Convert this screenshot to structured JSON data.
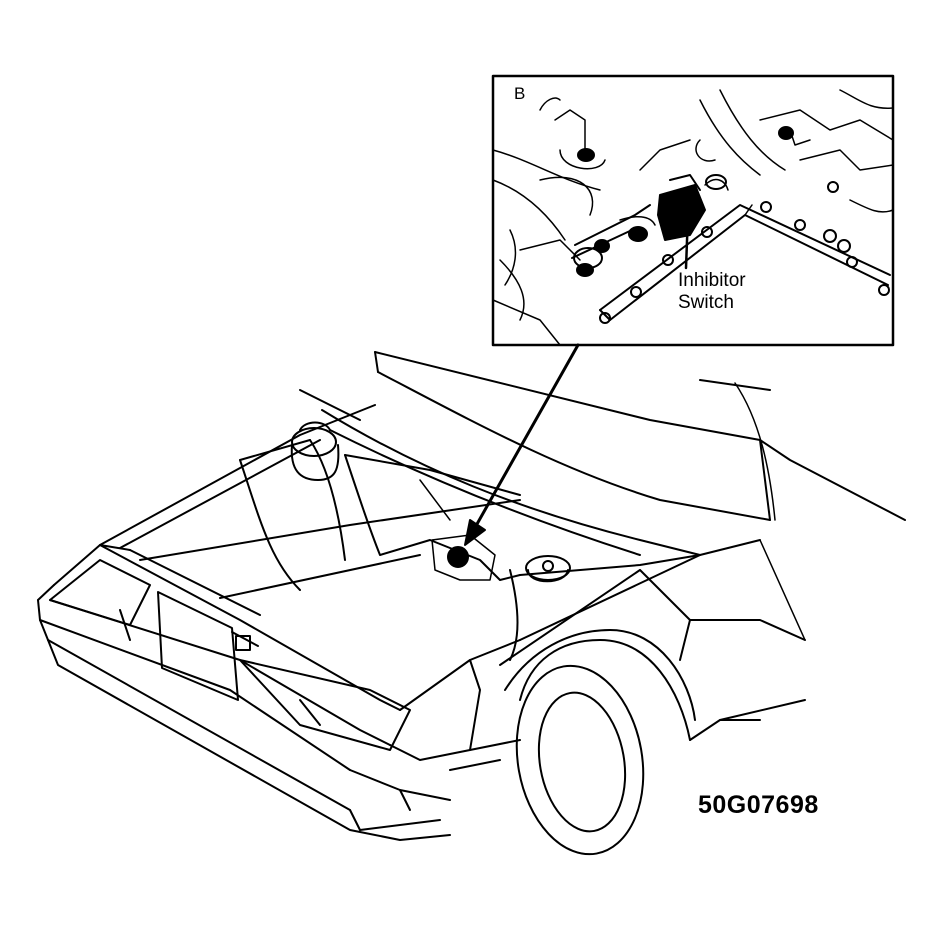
{
  "detail_view": {
    "label": "B",
    "callout": "Inhibitor\nSwitch"
  },
  "figure_code": "50G07698",
  "colors": {
    "ink": "#000000",
    "paper": "#ffffff"
  }
}
